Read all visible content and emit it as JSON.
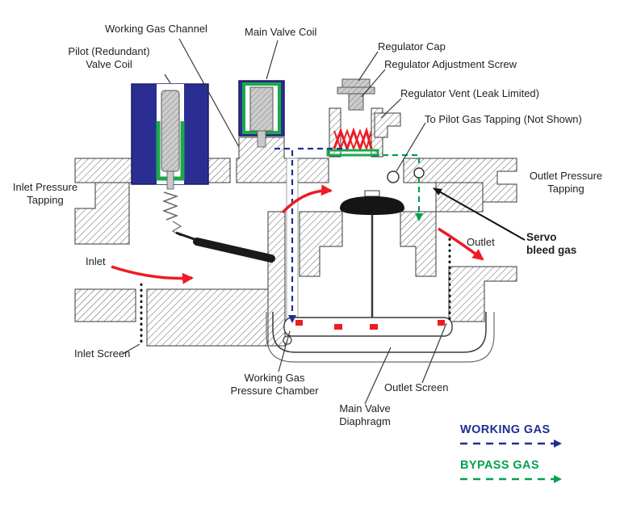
{
  "diagram": {
    "subject": "gas-valve-cross-section",
    "labels": {
      "working_gas_channel": "Working Gas Channel",
      "main_valve_coil": "Main Valve Coil",
      "pilot_valve_coil": "Pilot (Redundant)\nValve Coil",
      "regulator_cap": "Regulator Cap",
      "regulator_adjustment_screw": "Regulator Adjustment Screw",
      "regulator_vent": "Regulator Vent (Leak Limited)",
      "to_pilot_gas_tapping": "To Pilot Gas Tapping (Not Shown)",
      "inlet_pressure_tapping": "Inlet Pressure\nTapping",
      "outlet_pressure_tapping": "Outlet Pressure\nTapping",
      "inlet": "Inlet",
      "outlet": "Outlet",
      "servo_bleed_gas": "Servo\nbleed gas",
      "inlet_screen": "Inlet Screen",
      "working_gas_pressure_chamber": "Working Gas\nPressure Chamber",
      "main_valve_diaphragm": "Main Valve\nDiaphragm",
      "outlet_screen": "Outlet Screen"
    },
    "legend": {
      "working_gas": {
        "label": "WORKING GAS",
        "color": "#1f2e96",
        "line_style": "dashed-arrow"
      },
      "bypass_gas": {
        "label": "BYPASS GAS",
        "color": "#00a14e",
        "line_style": "dashed-arrow"
      }
    },
    "colors": {
      "coil_blue": "#2a2e92",
      "working_gas_blue": "#1f2e96",
      "bypass_gas_green": "#00a14e",
      "flow_arrow_red": "#ed1c24",
      "valve_seat_green": "#1ba94c",
      "body_outline": "#3a3a3a",
      "text": "#1f1f1f"
    }
  }
}
